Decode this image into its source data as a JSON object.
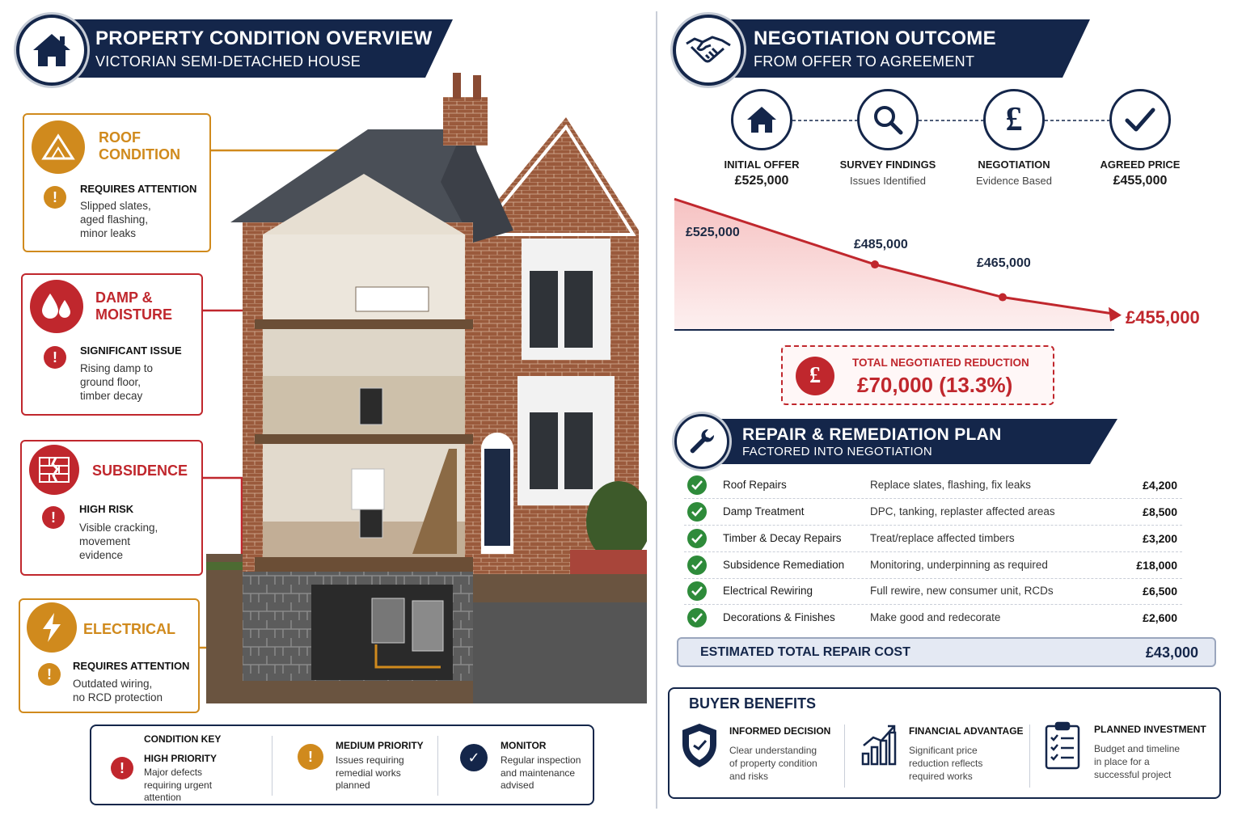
{
  "left_header": {
    "title": "PROPERTY CONDITION OVERVIEW",
    "subtitle": "VICTORIAN SEMI-DETACHED HOUSE",
    "icon": "house-icon"
  },
  "conditions": [
    {
      "title_line1": "ROOF",
      "title_line2": "CONDITION",
      "severity": "REQUIRES ATTENTION",
      "desc_lines": [
        "Slipped slates,",
        "aged flashing,",
        "minor leaks"
      ],
      "color": "#d08a1d",
      "icon": "roof-icon"
    },
    {
      "title_line1": "DAMP &",
      "title_line2": "MOISTURE",
      "severity": "SIGNIFICANT ISSUE",
      "desc_lines": [
        "Rising damp to",
        "ground floor,",
        "timber decay"
      ],
      "color": "#c0272d",
      "icon": "droplets-icon"
    },
    {
      "title_line1": "SUBSIDENCE",
      "title_line2": "",
      "severity": "HIGH RISK",
      "desc_lines": [
        "Visible cracking,",
        "movement",
        "evidence"
      ],
      "color": "#c0272d",
      "icon": "cracked-wall-icon"
    },
    {
      "title_line1": "ELECTRICAL",
      "title_line2": "",
      "severity": "REQUIRES ATTENTION",
      "desc_lines": [
        "Outdated wiring,",
        "no RCD protection"
      ],
      "color": "#d08a1d",
      "icon": "lightning-icon"
    }
  ],
  "condition_key": {
    "title": "CONDITION KEY",
    "items": [
      {
        "label": "HIGH PRIORITY",
        "lines": [
          "Major defects",
          "requiring urgent",
          "attention"
        ],
        "color": "#c0272d"
      },
      {
        "label": "MEDIUM PRIORITY",
        "lines": [
          "Issues requiring",
          "remedial works",
          "planned"
        ],
        "color": "#d08a1d"
      },
      {
        "label": "MONITOR",
        "lines": [
          "Regular inspection",
          "and maintenance",
          "advised"
        ],
        "color": "#14264a"
      }
    ]
  },
  "right_header": {
    "title": "NEGOTIATION OUTCOME",
    "subtitle": "FROM OFFER TO AGREEMENT",
    "icon": "handshake-icon"
  },
  "steps": [
    {
      "label": "INITIAL OFFER",
      "value": "£525,000",
      "sub": "",
      "icon": "house-icon"
    },
    {
      "label": "SURVEY FINDINGS",
      "value": "",
      "sub": "Issues Identified",
      "icon": "magnifier-icon"
    },
    {
      "label": "NEGOTIATION",
      "value": "",
      "sub": "Evidence Based",
      "icon": "pound-icon"
    },
    {
      "label": "AGREED PRICE",
      "value": "£455,000",
      "sub": "",
      "icon": "check-icon"
    }
  ],
  "chart_data": {
    "type": "area",
    "title": "",
    "x": [
      1,
      2,
      3,
      4
    ],
    "values": [
      525000,
      485000,
      465000,
      455000
    ],
    "data_labels": [
      "£525,000",
      "£485,000",
      "£465,000",
      "£455,000"
    ],
    "color": "#c0272d"
  },
  "reduction": {
    "label": "TOTAL NEGOTIATED REDUCTION",
    "value": "£70,000 (13.3%)"
  },
  "repair_header": {
    "title": "REPAIR & REMEDIATION PLAN",
    "subtitle": "FACTORED INTO NEGOTIATION",
    "icon": "wrench-icon"
  },
  "repairs": [
    {
      "item": "Roof Repairs",
      "detail": "Replace slates, flashing, fix leaks",
      "cost": "£4,200"
    },
    {
      "item": "Damp Treatment",
      "detail": "DPC, tanking, replaster affected areas",
      "cost": "£8,500"
    },
    {
      "item": "Timber & Decay Repairs",
      "detail": "Treat/replace affected timbers",
      "cost": "£3,200"
    },
    {
      "item": "Subsidence Remediation",
      "detail": "Monitoring, underpinning as required",
      "cost": "£18,000"
    },
    {
      "item": "Electrical Rewiring",
      "detail": "Full rewire, new consumer unit, RCDs",
      "cost": "£6,500"
    },
    {
      "item": "Decorations & Finishes",
      "detail": "Make good and redecorate",
      "cost": "£2,600"
    }
  ],
  "repair_total": {
    "label": "ESTIMATED TOTAL REPAIR COST",
    "value": "£43,000"
  },
  "benefits": {
    "title": "BUYER BENEFITS",
    "items": [
      {
        "head": "INFORMED DECISION",
        "lines": [
          "Clear understanding",
          "of property condition",
          "and risks"
        ],
        "icon": "shield-icon"
      },
      {
        "head": "FINANCIAL ADVANTAGE",
        "lines": [
          "Significant price",
          "reduction reflects",
          "required works"
        ],
        "icon": "bar-chart-icon"
      },
      {
        "head": "PLANNED INVESTMENT",
        "lines": [
          "Budget and timeline",
          "in place for a",
          "successful project"
        ],
        "icon": "clipboard-icon"
      }
    ]
  }
}
